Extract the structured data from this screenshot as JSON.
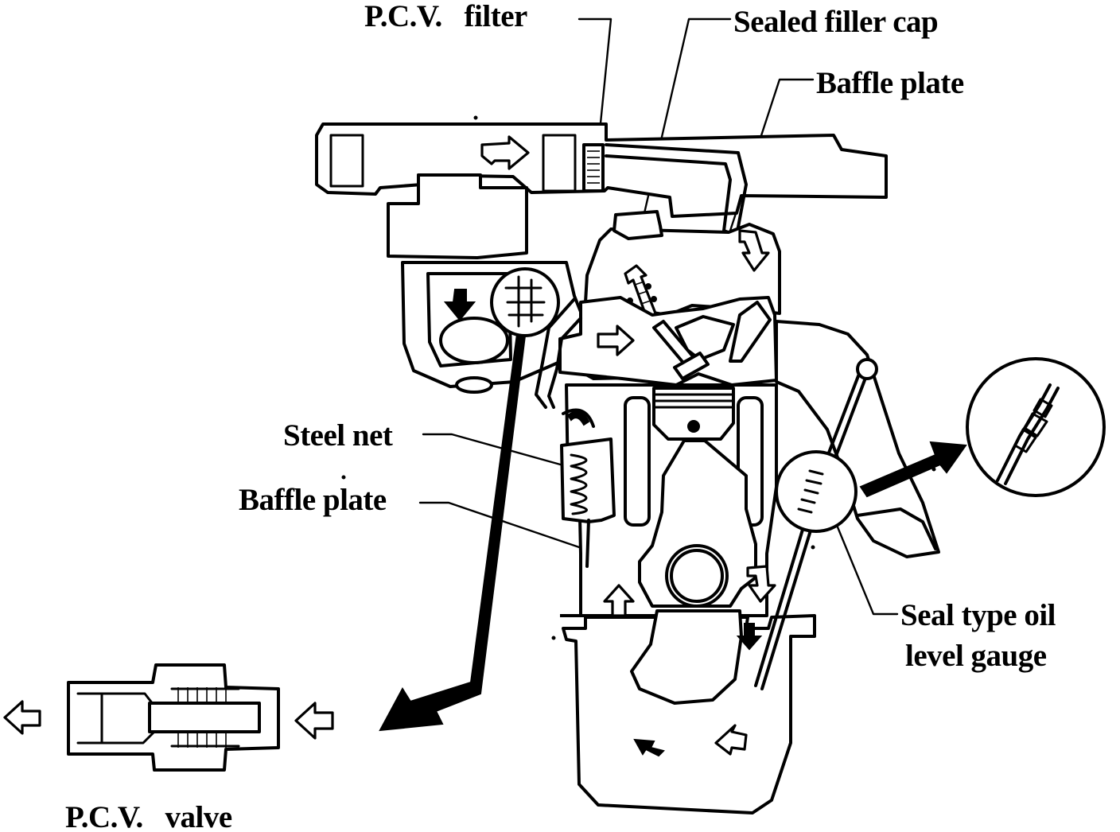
{
  "labels": {
    "pcv_filter": "P.C.V.   filter",
    "sealed_filler_cap": "Sealed filler cap",
    "baffle_plate_top": "Baffle plate",
    "steel_net": "Steel net",
    "baffle_plate_lower": "Baffle plate",
    "oil_gauge_line1": "Seal type oil",
    "oil_gauge_line2": "level gauge",
    "pcv_valve": "P.C.V.   valve"
  },
  "colors": {
    "ink": "#000000",
    "paper": "#ffffff"
  }
}
